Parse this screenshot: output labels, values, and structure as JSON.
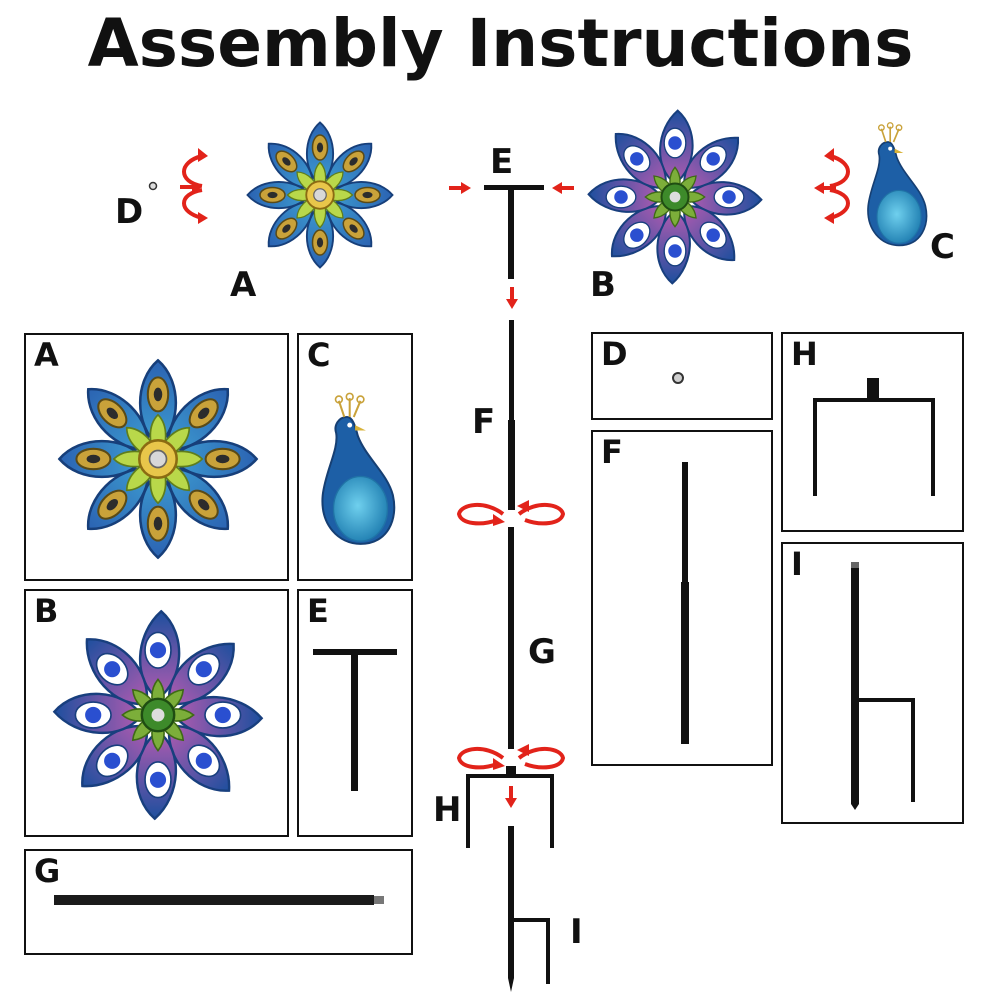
{
  "title": "Assembly Instructions",
  "labels": {
    "A": "A",
    "B": "B",
    "C": "C",
    "D": "D",
    "E": "E",
    "F": "F",
    "G": "G",
    "H": "H",
    "I": "I"
  },
  "colors": {
    "arrow": "#e2231a",
    "pole": "#111111",
    "leafBlue": "#1f5fa8",
    "peacockBlue": "#2a8fc4",
    "leafGold": "#c9a23a",
    "leafGreen": "#7cae3a",
    "pinkTip": "#b05bb0"
  }
}
